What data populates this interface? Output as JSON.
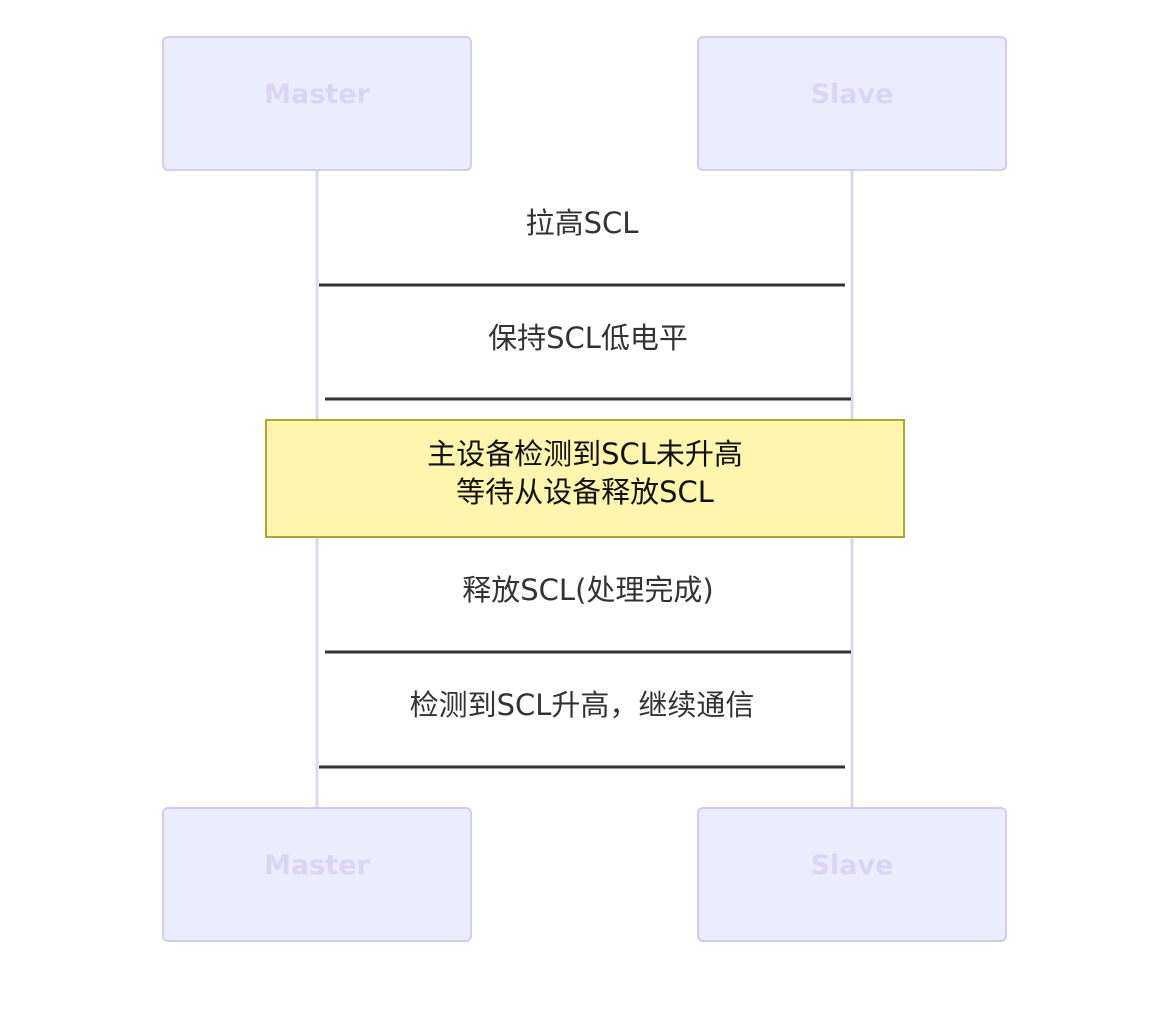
{
  "actors": [
    {
      "id": "master",
      "label": "Master"
    },
    {
      "id": "slave",
      "label": "Slave"
    }
  ],
  "messages": [
    {
      "from": "slave",
      "to": "master",
      "label": "拉高SCL"
    },
    {
      "from": "master",
      "to": "slave",
      "label": "保持SCL低电平"
    },
    {
      "from": "master",
      "to": "slave",
      "label": "释放SCL(处理完成)"
    },
    {
      "from": "slave",
      "to": "master",
      "label": "检测到SCL升高，继续通信"
    }
  ],
  "note": {
    "over": [
      "master",
      "slave"
    ],
    "lines": [
      "主设备检测到SCL未升高",
      "等待从设备释放SCL"
    ]
  },
  "colors": {
    "actor_fill": "#ECECFF",
    "actor_stroke": "#D3CCF0",
    "actor_text": "#DCD4F5",
    "lifeline": "#DCD6F0",
    "message_line": "#333333",
    "message_text": "#333333",
    "note_fill": "#FFF5AD",
    "note_stroke": "#AAAA33",
    "note_text": "#111111"
  }
}
